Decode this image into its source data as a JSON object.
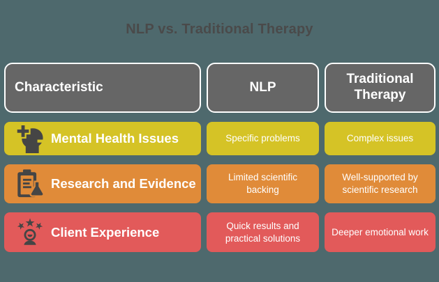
{
  "title": "NLP vs. Traditional Therapy",
  "table": {
    "headers": [
      {
        "label": "Characteristic"
      },
      {
        "label": "NLP"
      },
      {
        "label": "Traditional Therapy"
      }
    ],
    "rows": [
      {
        "characteristic": "Mental Health Issues",
        "icon": "head-with-plus-icon",
        "color": "#d5c326",
        "nlp": "Specific problems",
        "traditional": "Complex issues"
      },
      {
        "characteristic": "Research and Evidence",
        "icon": "clipboard-flask-icon",
        "color": "#e08b39",
        "nlp": "Limited scientific backing",
        "traditional": "Well-supported by scientific research"
      },
      {
        "characteristic": "Client Experience",
        "icon": "person-with-stars-icon",
        "color": "#e25a5a",
        "nlp": "Quick results and practical solutions",
        "traditional": "Deeper emotional work"
      }
    ]
  },
  "colors": {
    "background": "#4e696d",
    "title_text": "#4a4a4a",
    "header_bg": "#666666",
    "header_border": "#ffffff",
    "row_yellow": "#d5c326",
    "row_orange": "#e08b39",
    "row_red": "#e25a5a",
    "icon_ink": "#454545",
    "cell_text": "#ffffff"
  }
}
